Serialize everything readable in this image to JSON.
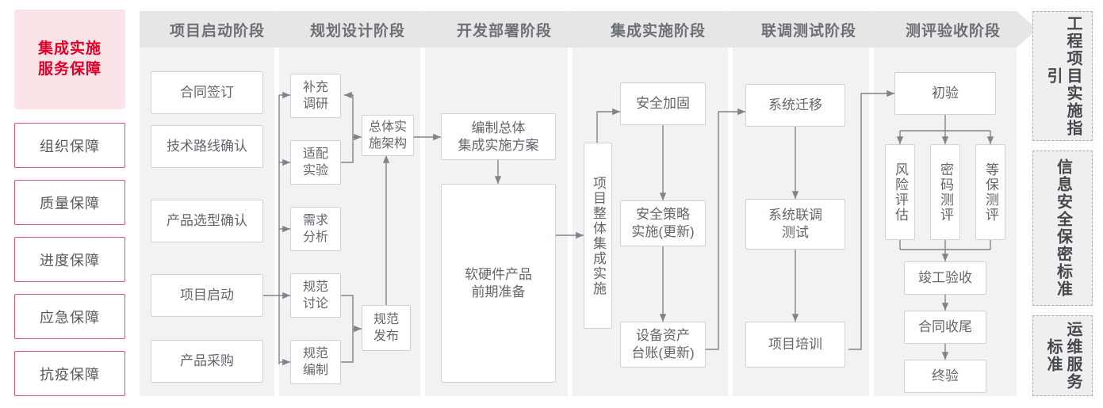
{
  "guarantee": {
    "title_lines": [
      "集成实施",
      "服务保障"
    ],
    "title_color": "#e2002a",
    "items": [
      {
        "label": "组织保障"
      },
      {
        "label": "质量保障"
      },
      {
        "label": "进度保障"
      },
      {
        "label": "应急保障"
      },
      {
        "label": "抗疫保障"
      }
    ]
  },
  "phases": [
    {
      "header": "项目启动阶段",
      "nodes": [
        {
          "label": "合同签订"
        },
        {
          "label": "技术路线确认"
        },
        {
          "label": "产品选型确认"
        },
        {
          "label": "项目启动"
        },
        {
          "label": "产品采购"
        }
      ]
    },
    {
      "header": "规划设计阶段",
      "nodes": [
        {
          "label": "补充\n调研"
        },
        {
          "label": "适配\n实验"
        },
        {
          "label": "需求\n分析"
        },
        {
          "label": "规范\n讨论"
        },
        {
          "label": "规范\n编制"
        },
        {
          "label": "总体实\n施架构"
        },
        {
          "label": "规范\n发布"
        }
      ]
    },
    {
      "header": "开发部署阶段",
      "nodes": [
        {
          "label": "编制总体\n集成实施方案"
        },
        {
          "label": "软硬件产品\n前期准备"
        }
      ]
    },
    {
      "header": "集成实施阶段",
      "nodes": [
        {
          "label": "项目整体集成实施"
        },
        {
          "label": "安全加固"
        },
        {
          "label": "安全策略\n实施(更新)"
        },
        {
          "label": "设备资产\n台账(更新)"
        }
      ]
    },
    {
      "header": "联调测试阶段",
      "nodes": [
        {
          "label": "系统迁移"
        },
        {
          "label": "系统联调\n测试"
        },
        {
          "label": "项目培训"
        }
      ]
    },
    {
      "header": "测评验收阶段",
      "nodes": [
        {
          "label": "初验"
        },
        {
          "label": "风险评估"
        },
        {
          "label": "密码测评"
        },
        {
          "label": "等保测评"
        },
        {
          "label": "竣工验收"
        },
        {
          "label": "合同收尾"
        },
        {
          "label": "终验"
        }
      ]
    }
  ],
  "standards": [
    {
      "label": "工程项目实施指引"
    },
    {
      "label": "信息安全保密标准"
    },
    {
      "label": "运维服务标准"
    }
  ],
  "colors": {
    "accent_red": "#e2002a",
    "accent_border": "#e2506a",
    "header_bg": "#e6e6e6",
    "header_text": "#6d7075",
    "body_bg": "#f2f2f2",
    "node_border": "#cfd2d6",
    "node_text": "#63666b",
    "wire": "#80848a"
  }
}
